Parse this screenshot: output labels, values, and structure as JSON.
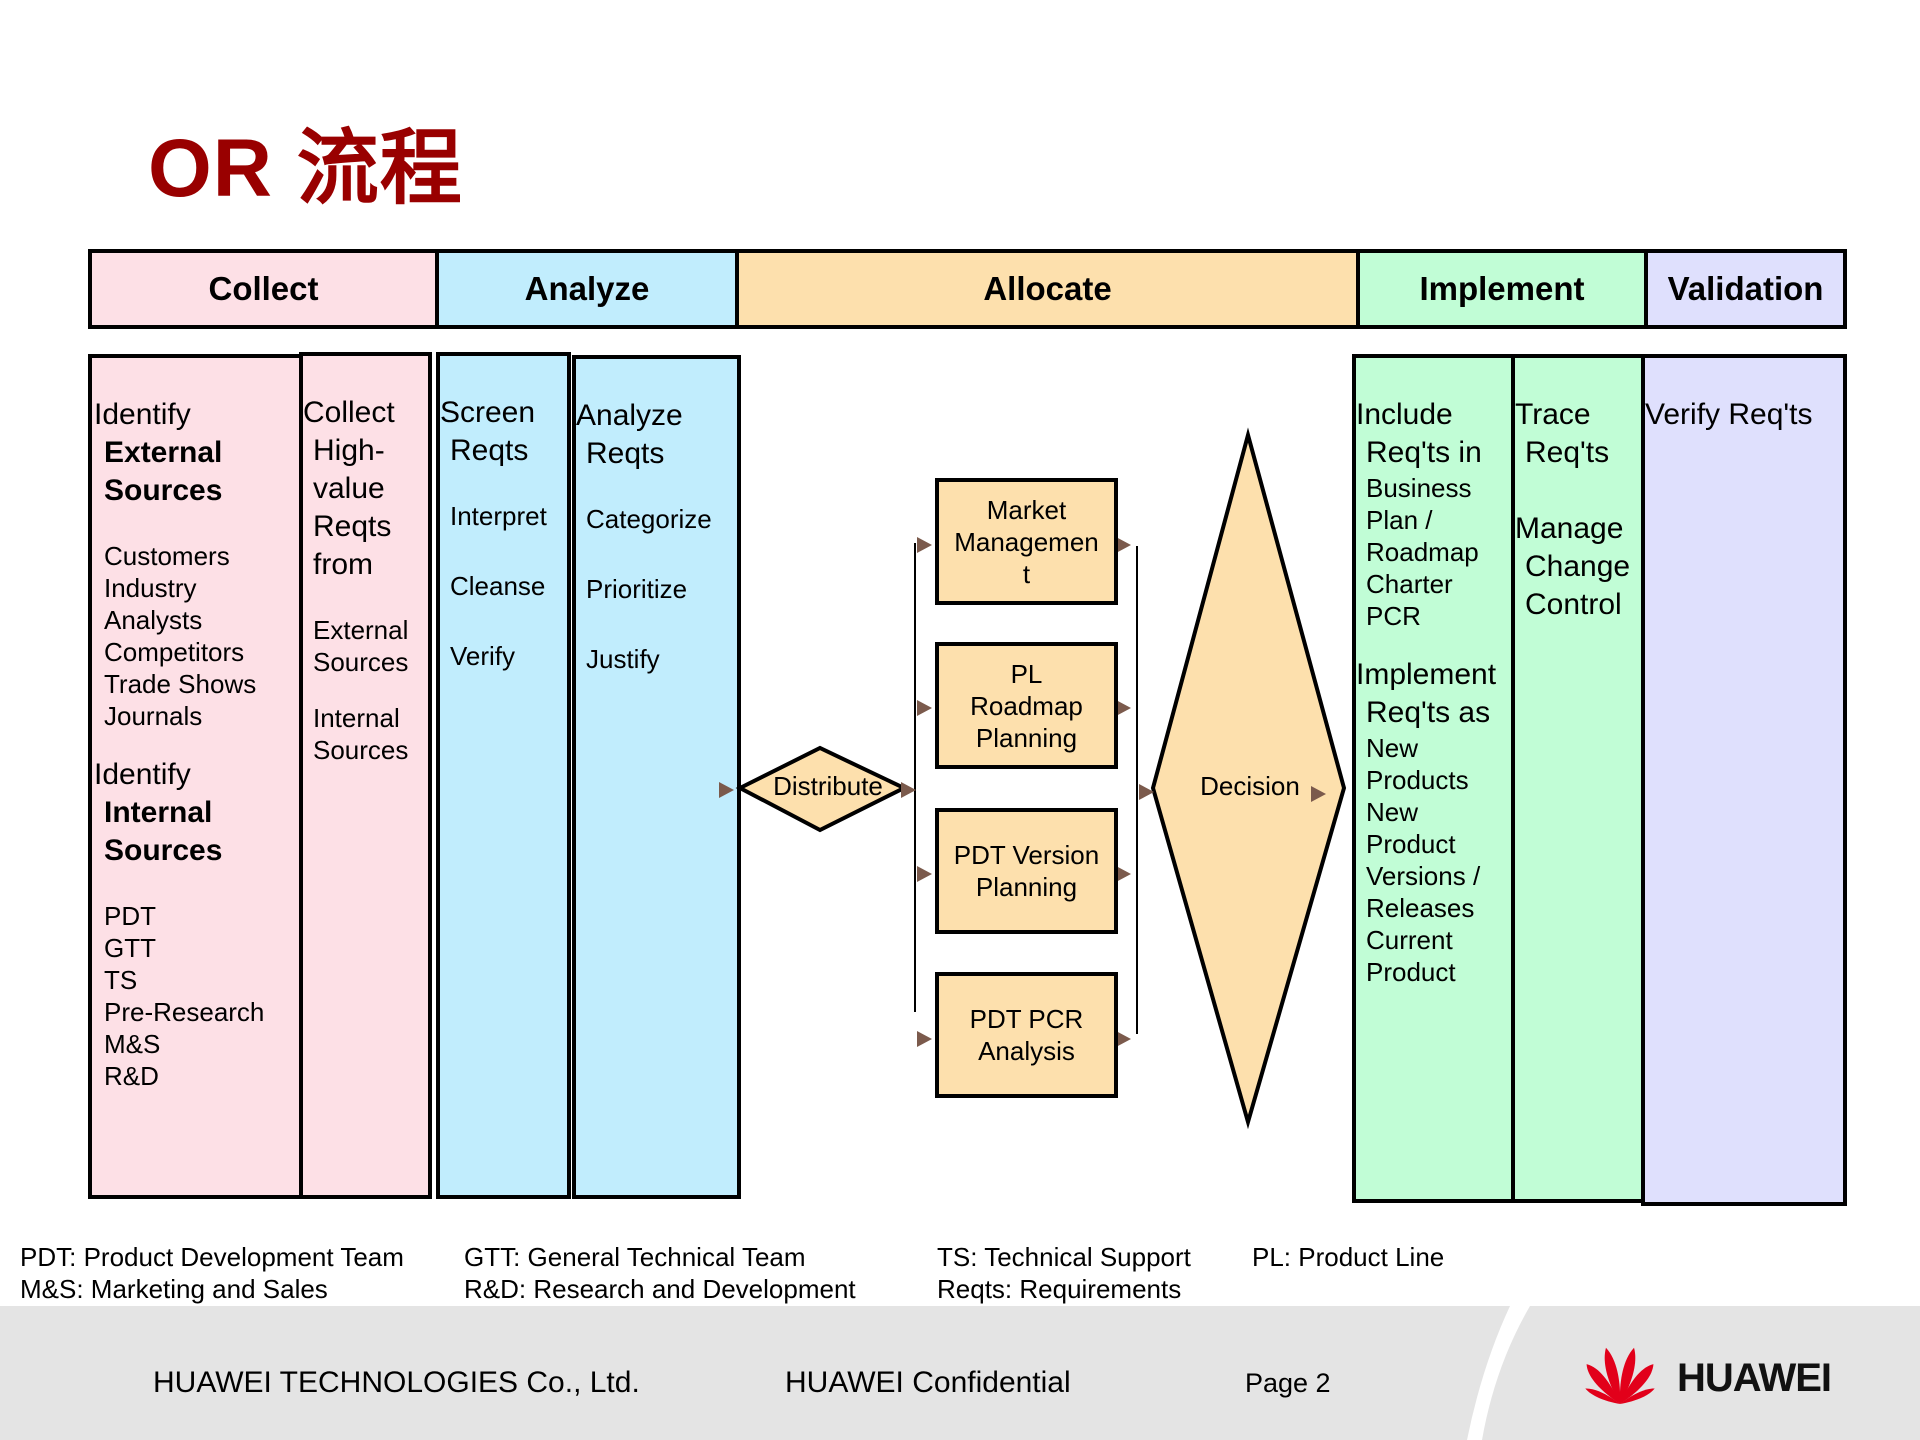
{
  "title": "OR 流程",
  "phases": [
    {
      "label": "Collect",
      "color": "#fde0e6"
    },
    {
      "label": "Analyze",
      "color": "#c1edfd"
    },
    {
      "label": "Allocate",
      "color": "#fde0ad"
    },
    {
      "label": "Implement",
      "color": "#c1fdd6"
    },
    {
      "label": "Validation",
      "color": "#dfe0fd"
    }
  ],
  "collect": {
    "external": {
      "heading_1": "Identify",
      "heading_2": "External",
      "heading_3": "Sources",
      "items": [
        "Customers",
        "Industry",
        "Analysts",
        "Competitors",
        "Trade Shows",
        "Journals"
      ]
    },
    "internal": {
      "heading_1": "Identify",
      "heading_2": "Internal",
      "heading_3": "Sources",
      "items": [
        "PDT",
        "GTT",
        "TS",
        "Pre-Research",
        "M&S",
        "R&D"
      ]
    },
    "high_value": {
      "lines": [
        "Collect",
        "High-",
        "value",
        "Reqts",
        "from"
      ],
      "items": [
        "External",
        "Sources",
        "Internal",
        "Sources"
      ]
    }
  },
  "analyze": {
    "screen": {
      "lines": [
        "Screen",
        "Reqts"
      ],
      "items": [
        "Interpret",
        "Cleanse",
        "Verify"
      ]
    },
    "analyze": {
      "lines": [
        "Analyze",
        "Reqts"
      ],
      "items": [
        "Categorize",
        "Prioritize",
        "Justify"
      ]
    }
  },
  "allocate": {
    "distribute": "Distribute",
    "decision": "Decision",
    "boxes": [
      {
        "lines": [
          "Market",
          "Managemen",
          "t"
        ]
      },
      {
        "lines": [
          "PL",
          "Roadmap",
          "Planning"
        ]
      },
      {
        "lines": [
          "PDT Version",
          "Planning"
        ]
      },
      {
        "lines": [
          "PDT PCR",
          "Analysis"
        ]
      }
    ]
  },
  "implement": {
    "include": {
      "lines": [
        "Include",
        "Req'ts in"
      ],
      "items": [
        "Business",
        "Plan /",
        "Roadmap",
        "Charter",
        "PCR"
      ]
    },
    "implement_as": {
      "lines": [
        "Implement",
        "Req'ts as"
      ],
      "items": [
        "New",
        "Products",
        "New",
        "Product",
        "Versions /",
        "Releases",
        "Current",
        "Product"
      ]
    },
    "trace": {
      "lines": [
        "Trace",
        "Req'ts"
      ],
      "lines2": [
        "Manage",
        "Change",
        "Control"
      ]
    }
  },
  "validation": {
    "text": "Verify Req'ts"
  },
  "legend": [
    [
      "PDT: Product Development Team",
      "M&S: Marketing and Sales"
    ],
    [
      "GTT: General Technical Team",
      "R&D: Research and Development"
    ],
    [
      "TS: Technical Support",
      "Reqts: Requirements"
    ],
    [
      "PL: Product Line"
    ]
  ],
  "footer": {
    "company": "HUAWEI TECHNOLOGIES Co., Ltd.",
    "confidential": "HUAWEI Confidential",
    "page": "Page 2",
    "logo_text": "HUAWEI"
  }
}
